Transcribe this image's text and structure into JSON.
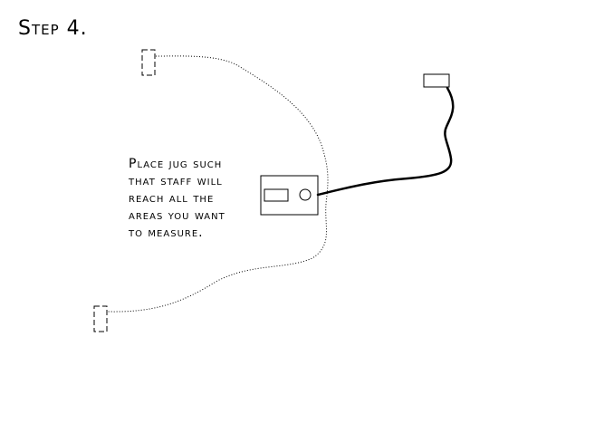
{
  "title": "Step 4.",
  "instruction": {
    "lines": [
      "Place jug such",
      "that staff will",
      "reach all the",
      "areas you want",
      "to measure."
    ]
  },
  "colors": {
    "ink": "#000000",
    "background": "#ffffff"
  },
  "icons": {
    "upper_staff_end": "dashed-rectangle",
    "lower_staff_end": "dashed-rectangle",
    "jug": "rectangle-with-display-and-knob",
    "plug": "rectangle"
  }
}
